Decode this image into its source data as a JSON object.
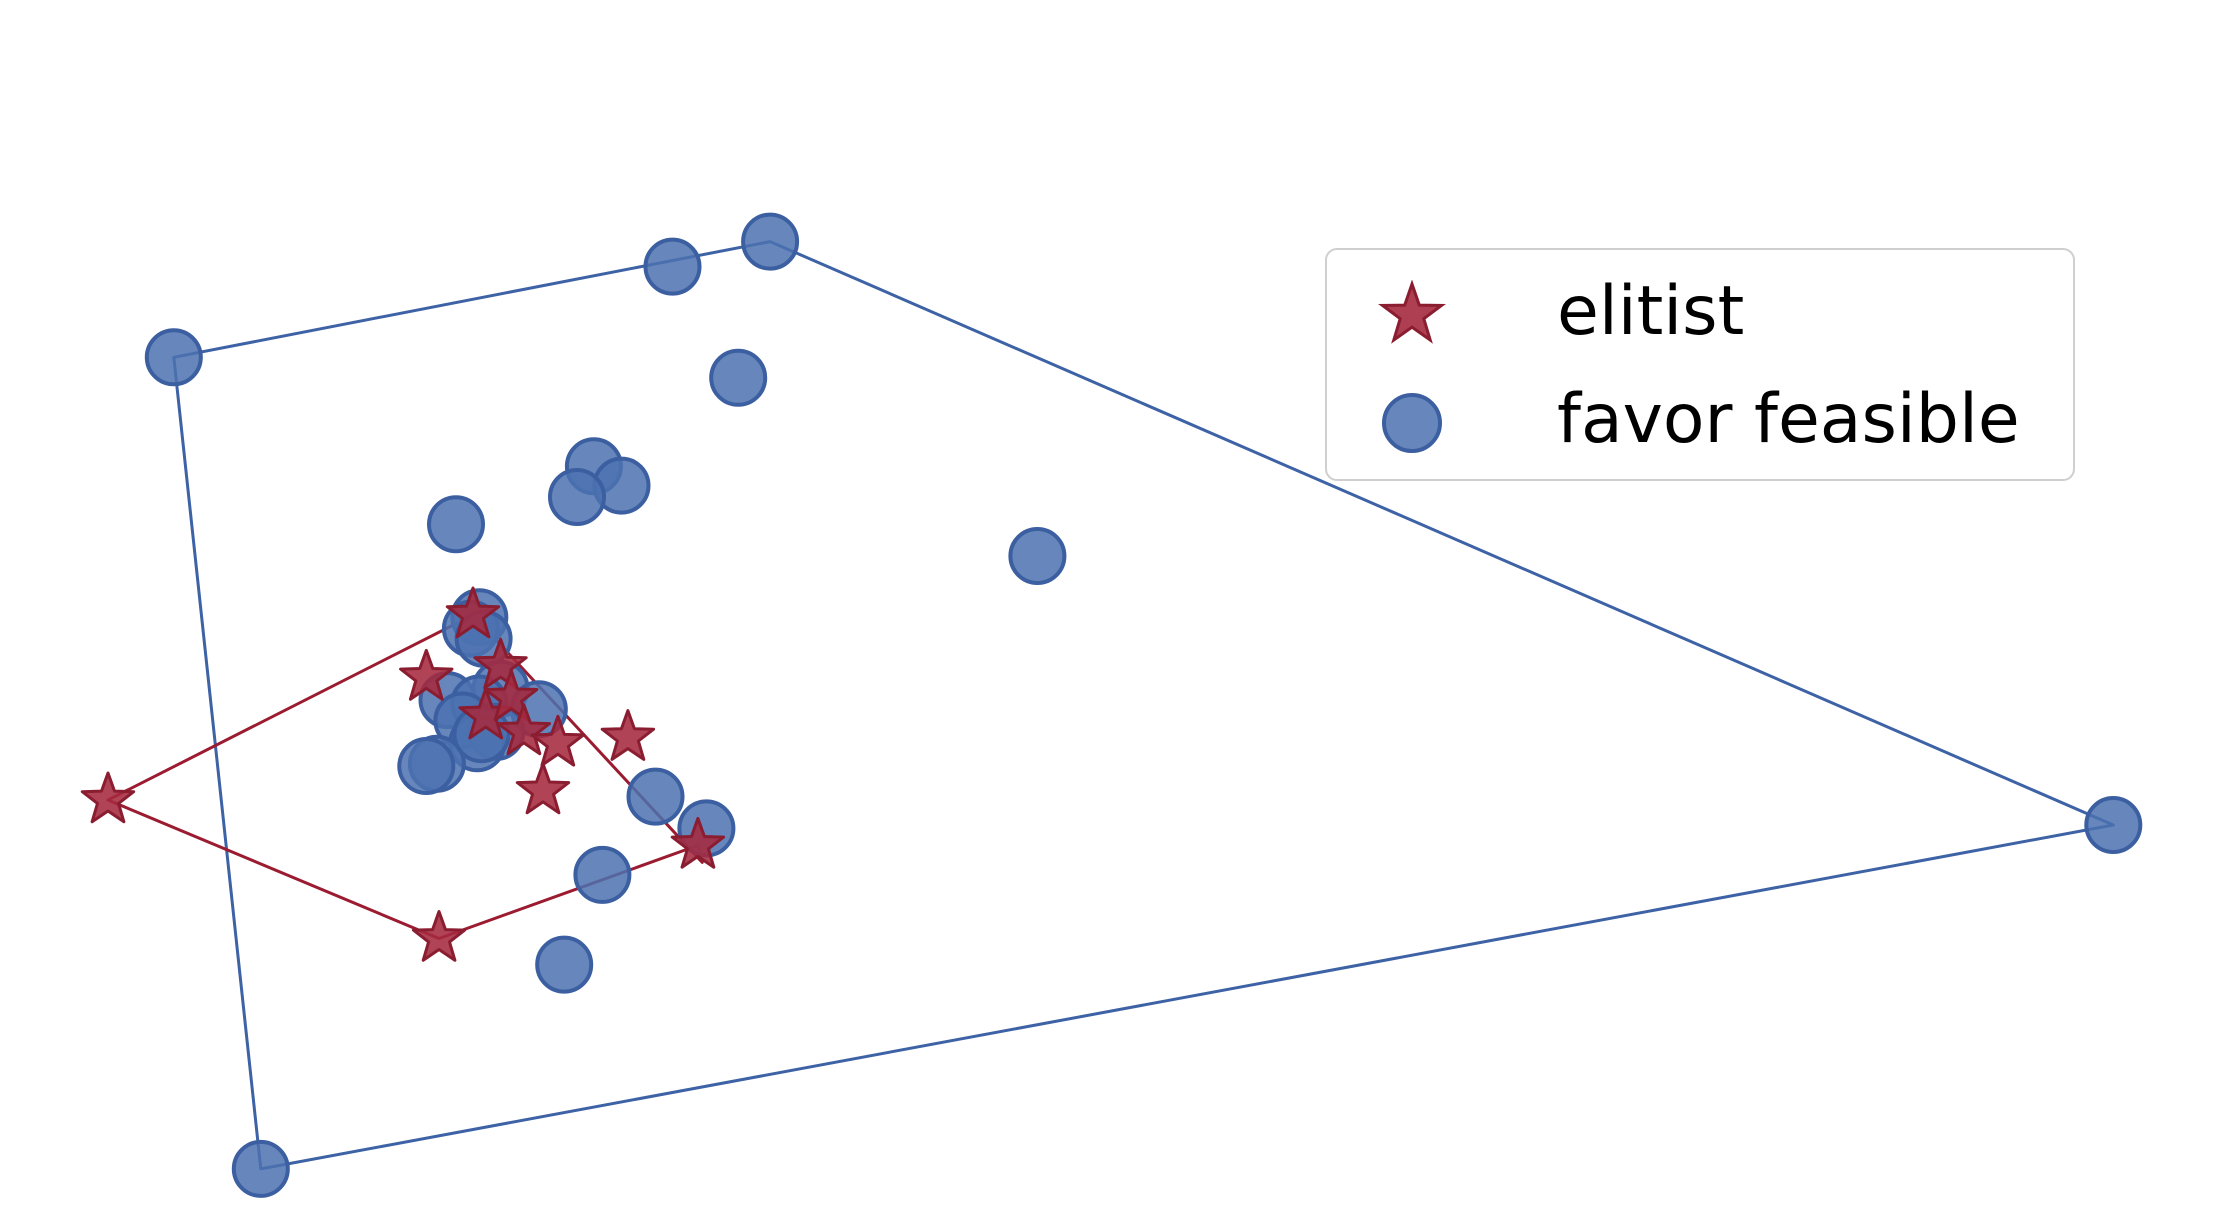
{
  "chart_data": {
    "type": "scatter",
    "title": "",
    "xlabel": "",
    "ylabel": "",
    "axes_visible": false,
    "grid": false,
    "legend_position": "upper-right",
    "xlim": [
      0,
      1
    ],
    "ylim": [
      -0.45,
      0.75
    ],
    "series": [
      {
        "name": "elitist",
        "marker": "star",
        "color": "#a52a3f",
        "points": [
          {
            "x": 0.0,
            "y": 0.0
          },
          {
            "x": 0.15,
            "y": 0.108
          },
          {
            "x": 0.172,
            "y": 0.163
          },
          {
            "x": 0.178,
            "y": 0.074
          },
          {
            "x": 0.185,
            "y": 0.118
          },
          {
            "x": 0.19,
            "y": 0.09
          },
          {
            "x": 0.196,
            "y": 0.06
          },
          {
            "x": 0.205,
            "y": 0.008
          },
          {
            "x": 0.212,
            "y": 0.05
          },
          {
            "x": 0.245,
            "y": 0.055
          },
          {
            "x": 0.278,
            "y": -0.04
          },
          {
            "x": 0.156,
            "y": -0.122
          }
        ],
        "hull": [
          {
            "x": 0.0,
            "y": 0.0
          },
          {
            "x": 0.172,
            "y": 0.163
          },
          {
            "x": 0.28,
            "y": -0.055
          },
          {
            "x": 0.278,
            "y": -0.04
          },
          {
            "x": 0.156,
            "y": -0.122
          }
        ]
      },
      {
        "name": "favor feasible",
        "marker": "circle",
        "color": "#4c72b0",
        "points": [
          {
            "x": 0.031,
            "y": 0.39
          },
          {
            "x": 0.072,
            "y": -0.325
          },
          {
            "x": 0.266,
            "y": 0.47
          },
          {
            "x": 0.312,
            "y": 0.492
          },
          {
            "x": 0.297,
            "y": 0.372
          },
          {
            "x": 0.229,
            "y": 0.294
          },
          {
            "x": 0.242,
            "y": 0.277
          },
          {
            "x": 0.221,
            "y": 0.267
          },
          {
            "x": 0.164,
            "y": 0.243
          },
          {
            "x": 0.438,
            "y": 0.215
          },
          {
            "x": 0.175,
            "y": 0.161
          },
          {
            "x": 0.171,
            "y": 0.151
          },
          {
            "x": 0.177,
            "y": 0.142
          },
          {
            "x": 0.185,
            "y": 0.098
          },
          {
            "x": 0.16,
            "y": 0.088
          },
          {
            "x": 0.175,
            "y": 0.085
          },
          {
            "x": 0.203,
            "y": 0.08
          },
          {
            "x": 0.167,
            "y": 0.07
          },
          {
            "x": 0.183,
            "y": 0.06
          },
          {
            "x": 0.174,
            "y": 0.05
          },
          {
            "x": 0.155,
            "y": 0.032
          },
          {
            "x": 0.15,
            "y": 0.03
          },
          {
            "x": 0.176,
            "y": 0.058
          },
          {
            "x": 0.258,
            "y": 0.003
          },
          {
            "x": 0.282,
            "y": -0.025
          },
          {
            "x": 0.233,
            "y": -0.066
          },
          {
            "x": 0.215,
            "y": -0.145
          },
          {
            "x": 0.945,
            "y": -0.022
          }
        ],
        "hull": [
          {
            "x": 0.031,
            "y": 0.39
          },
          {
            "x": 0.312,
            "y": 0.492
          },
          {
            "x": 0.945,
            "y": -0.022
          },
          {
            "x": 0.072,
            "y": -0.325
          }
        ]
      }
    ]
  },
  "legend": {
    "items": [
      {
        "label": "elitist"
      },
      {
        "label": "favor feasible"
      }
    ]
  }
}
